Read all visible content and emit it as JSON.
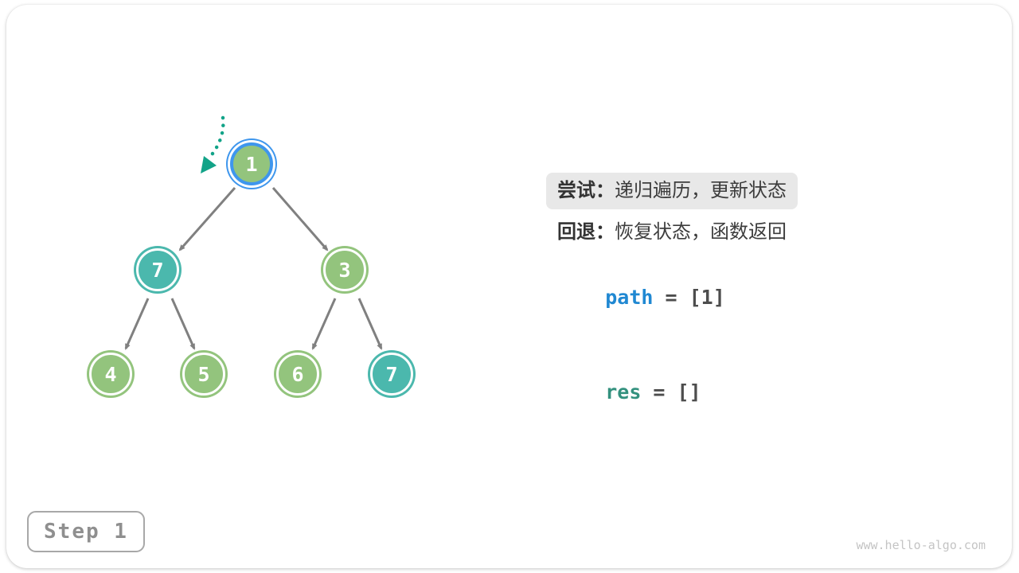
{
  "annotations": {
    "try": {
      "label": "尝试：",
      "text": "递归遍历，更新状态"
    },
    "backtrack": {
      "label": "回退：",
      "text": "恢复状态，函数返回"
    },
    "path": {
      "name": "path",
      "rest": " = [1]"
    },
    "res": {
      "name": "res",
      "rest": " = []"
    }
  },
  "tree": {
    "nodes": [
      {
        "value": "1",
        "state": "current"
      },
      {
        "value": "7",
        "state": "teal"
      },
      {
        "value": "3",
        "state": "green"
      },
      {
        "value": "4",
        "state": "green"
      },
      {
        "value": "5",
        "state": "green"
      },
      {
        "value": "6",
        "state": "green"
      },
      {
        "value": "7",
        "state": "teal"
      }
    ]
  },
  "footer": {
    "step_label": "Step 1",
    "watermark": "www.hello-algo.com"
  },
  "colors": {
    "green": "#93C47D",
    "teal": "#4BB8AD",
    "blue": "#3E96ED",
    "edge": "#808080",
    "pointer": "#12A388",
    "bubble": "#E8E8E8",
    "path-blue": "#2088D2",
    "res-teal": "#33917E",
    "step-gray": "#8F8F8F",
    "watermark": "#C4C4C4"
  }
}
